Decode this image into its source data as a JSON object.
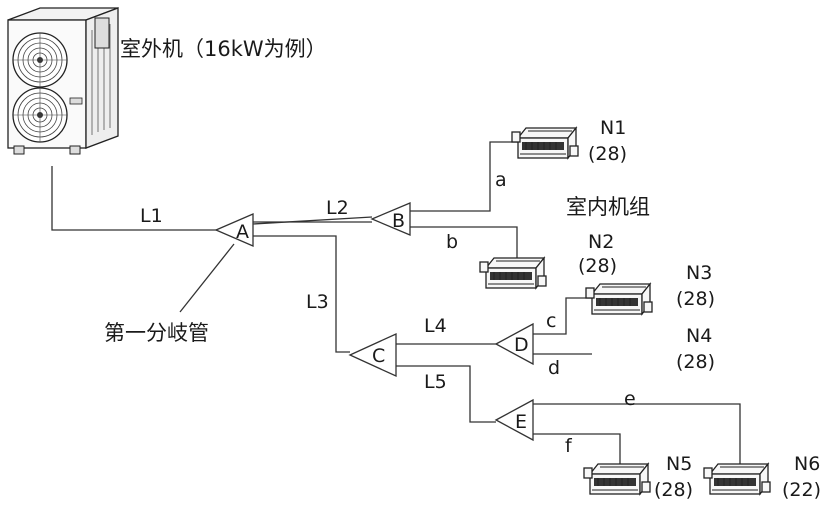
{
  "outdoor_unit": {
    "label": "室外机（16kW为例）"
  },
  "first_branch_label": "第一分岐管",
  "indoor_group_label": "室内机组",
  "branch_joints": [
    "A",
    "B",
    "C",
    "D",
    "E"
  ],
  "main_pipes": [
    "L1",
    "L2",
    "L3",
    "L4",
    "L5"
  ],
  "branch_pipes": [
    "a",
    "b",
    "c",
    "d",
    "e",
    "f"
  ],
  "indoor_units": [
    {
      "name": "N1",
      "capacity": "(28)"
    },
    {
      "name": "N2",
      "capacity": "(28)"
    },
    {
      "name": "N3",
      "capacity": "(28)"
    },
    {
      "name": "N4",
      "capacity": "(28)"
    },
    {
      "name": "N5",
      "capacity": "(28)"
    },
    {
      "name": "N6",
      "capacity": "(22)"
    }
  ]
}
